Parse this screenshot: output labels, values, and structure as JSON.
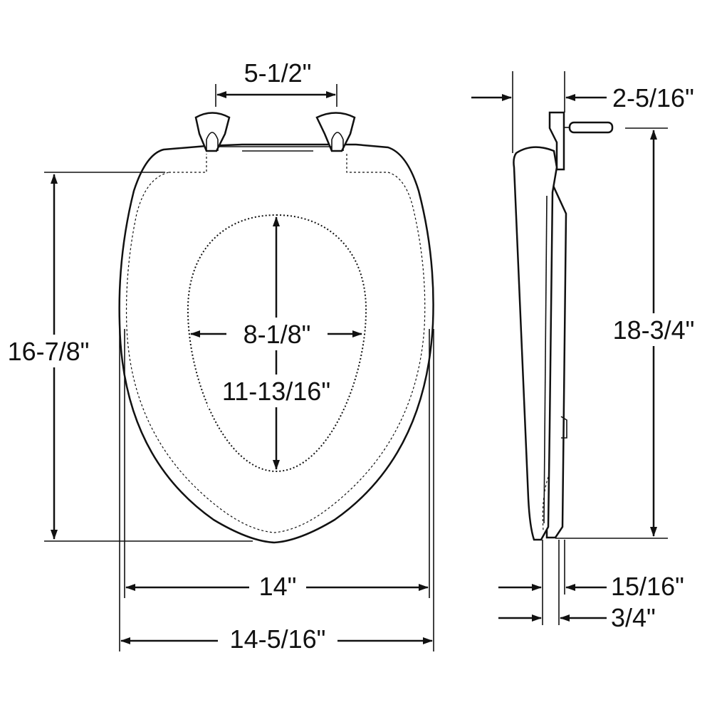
{
  "dimensions": {
    "hinge_spacing": "5-1/2\"",
    "seat_length": "16-7/8\"",
    "opening_width": "8-1/8\"",
    "opening_length": "11-13/16\"",
    "seat_width": "14\"",
    "overall_width": "14-5/16\"",
    "hinge_depth": "2-5/16\"",
    "overall_length": "18-3/4\"",
    "seat_thickness": "15/16\"",
    "lid_thickness": "3/4\""
  }
}
